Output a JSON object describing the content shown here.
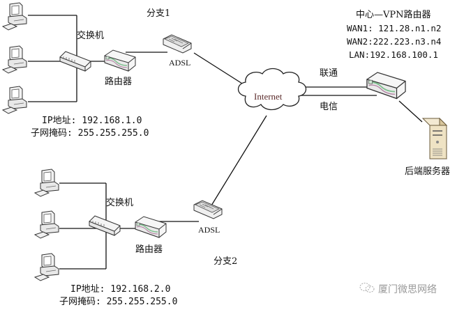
{
  "center": {
    "title": "中心—VPN路由器",
    "wan1": "WAN1: 121.28.n1.n2",
    "wan2": "WAN2:222.223.n3.n4",
    "lan": "LAN:192.168.100.1",
    "isp_unicom": "联通",
    "isp_telecom": "电信",
    "server_label": "后端服务器"
  },
  "internet": {
    "label": "Internet"
  },
  "branch1": {
    "name": "分支1",
    "switch_label": "交换机",
    "router_label": "路由器",
    "modem_label": "ADSL",
    "ip": "IP地址: 192.168.1.0",
    "mask": "子网掩码: 255.255.255.0"
  },
  "branch2": {
    "name": "分支2",
    "switch_label": "交换机",
    "router_label": "路由器",
    "modem_label": "ADSL",
    "ip": "IP地址: 192.168.2.0",
    "mask": "子网掩码: 255.255.255.0"
  },
  "watermark": {
    "text": "厦门微思网络",
    "icon": "wechat-icon"
  },
  "colors": {
    "line": "#111111",
    "router_accent": "#7fbf8f",
    "server_body": "#e8dcc0",
    "cloud_text": "#5a2a2a"
  }
}
